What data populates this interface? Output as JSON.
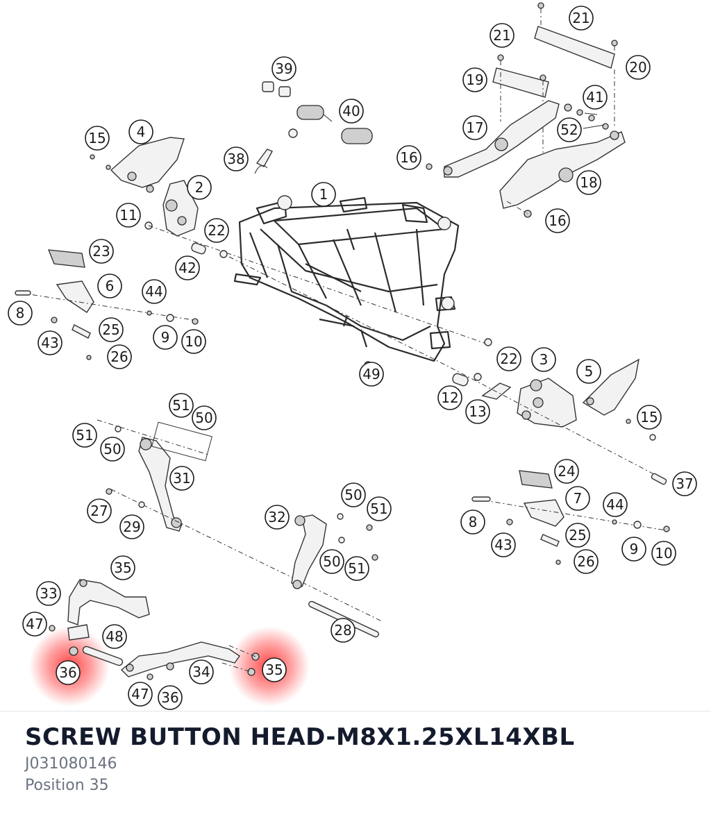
{
  "part": {
    "title": "SCREW BUTTON HEAD-M8X1.25XL14XBL",
    "number": "J031080146",
    "position": "Position 35"
  },
  "highlight_color": "#ff2020",
  "callouts": [
    {
      "id": "1",
      "label": "1"
    },
    {
      "id": "2",
      "label": "2"
    },
    {
      "id": "3",
      "label": "3"
    },
    {
      "id": "4",
      "label": "4"
    },
    {
      "id": "5",
      "label": "5"
    },
    {
      "id": "6",
      "label": "6"
    },
    {
      "id": "7",
      "label": "7"
    },
    {
      "id": "8a",
      "label": "8"
    },
    {
      "id": "8b",
      "label": "8"
    },
    {
      "id": "9a",
      "label": "9"
    },
    {
      "id": "9b",
      "label": "9"
    },
    {
      "id": "10a",
      "label": "10"
    },
    {
      "id": "10b",
      "label": "10"
    },
    {
      "id": "11",
      "label": "11"
    },
    {
      "id": "12",
      "label": "12"
    },
    {
      "id": "13",
      "label": "13"
    },
    {
      "id": "15a",
      "label": "15"
    },
    {
      "id": "15b",
      "label": "15"
    },
    {
      "id": "16a",
      "label": "16"
    },
    {
      "id": "16b",
      "label": "16"
    },
    {
      "id": "17",
      "label": "17"
    },
    {
      "id": "18",
      "label": "18"
    },
    {
      "id": "19",
      "label": "19"
    },
    {
      "id": "20",
      "label": "20"
    },
    {
      "id": "21a",
      "label": "21"
    },
    {
      "id": "21b",
      "label": "21"
    },
    {
      "id": "22a",
      "label": "22"
    },
    {
      "id": "22b",
      "label": "22"
    },
    {
      "id": "23",
      "label": "23"
    },
    {
      "id": "24",
      "label": "24"
    },
    {
      "id": "25a",
      "label": "25"
    },
    {
      "id": "25b",
      "label": "25"
    },
    {
      "id": "26a",
      "label": "26"
    },
    {
      "id": "26b",
      "label": "26"
    },
    {
      "id": "27",
      "label": "27"
    },
    {
      "id": "28",
      "label": "28"
    },
    {
      "id": "29",
      "label": "29"
    },
    {
      "id": "31",
      "label": "31"
    },
    {
      "id": "32",
      "label": "32"
    },
    {
      "id": "33",
      "label": "33"
    },
    {
      "id": "34",
      "label": "34"
    },
    {
      "id": "35a",
      "label": "35"
    },
    {
      "id": "35b",
      "label": "35"
    },
    {
      "id": "36a",
      "label": "36"
    },
    {
      "id": "36b",
      "label": "36"
    },
    {
      "id": "37",
      "label": "37"
    },
    {
      "id": "38",
      "label": "38"
    },
    {
      "id": "39",
      "label": "39"
    },
    {
      "id": "40",
      "label": "40"
    },
    {
      "id": "41",
      "label": "41"
    },
    {
      "id": "42",
      "label": "42"
    },
    {
      "id": "43a",
      "label": "43"
    },
    {
      "id": "43b",
      "label": "43"
    },
    {
      "id": "44a",
      "label": "44"
    },
    {
      "id": "44b",
      "label": "44"
    },
    {
      "id": "47a",
      "label": "47"
    },
    {
      "id": "47b",
      "label": "47"
    },
    {
      "id": "48",
      "label": "48"
    },
    {
      "id": "49",
      "label": "49"
    },
    {
      "id": "50a",
      "label": "50"
    },
    {
      "id": "50b",
      "label": "50"
    },
    {
      "id": "50c",
      "label": "50"
    },
    {
      "id": "50d",
      "label": "50"
    },
    {
      "id": "51a",
      "label": "51"
    },
    {
      "id": "51b",
      "label": "51"
    },
    {
      "id": "51c",
      "label": "51"
    },
    {
      "id": "51d",
      "label": "51"
    },
    {
      "id": "52",
      "label": "52"
    }
  ]
}
